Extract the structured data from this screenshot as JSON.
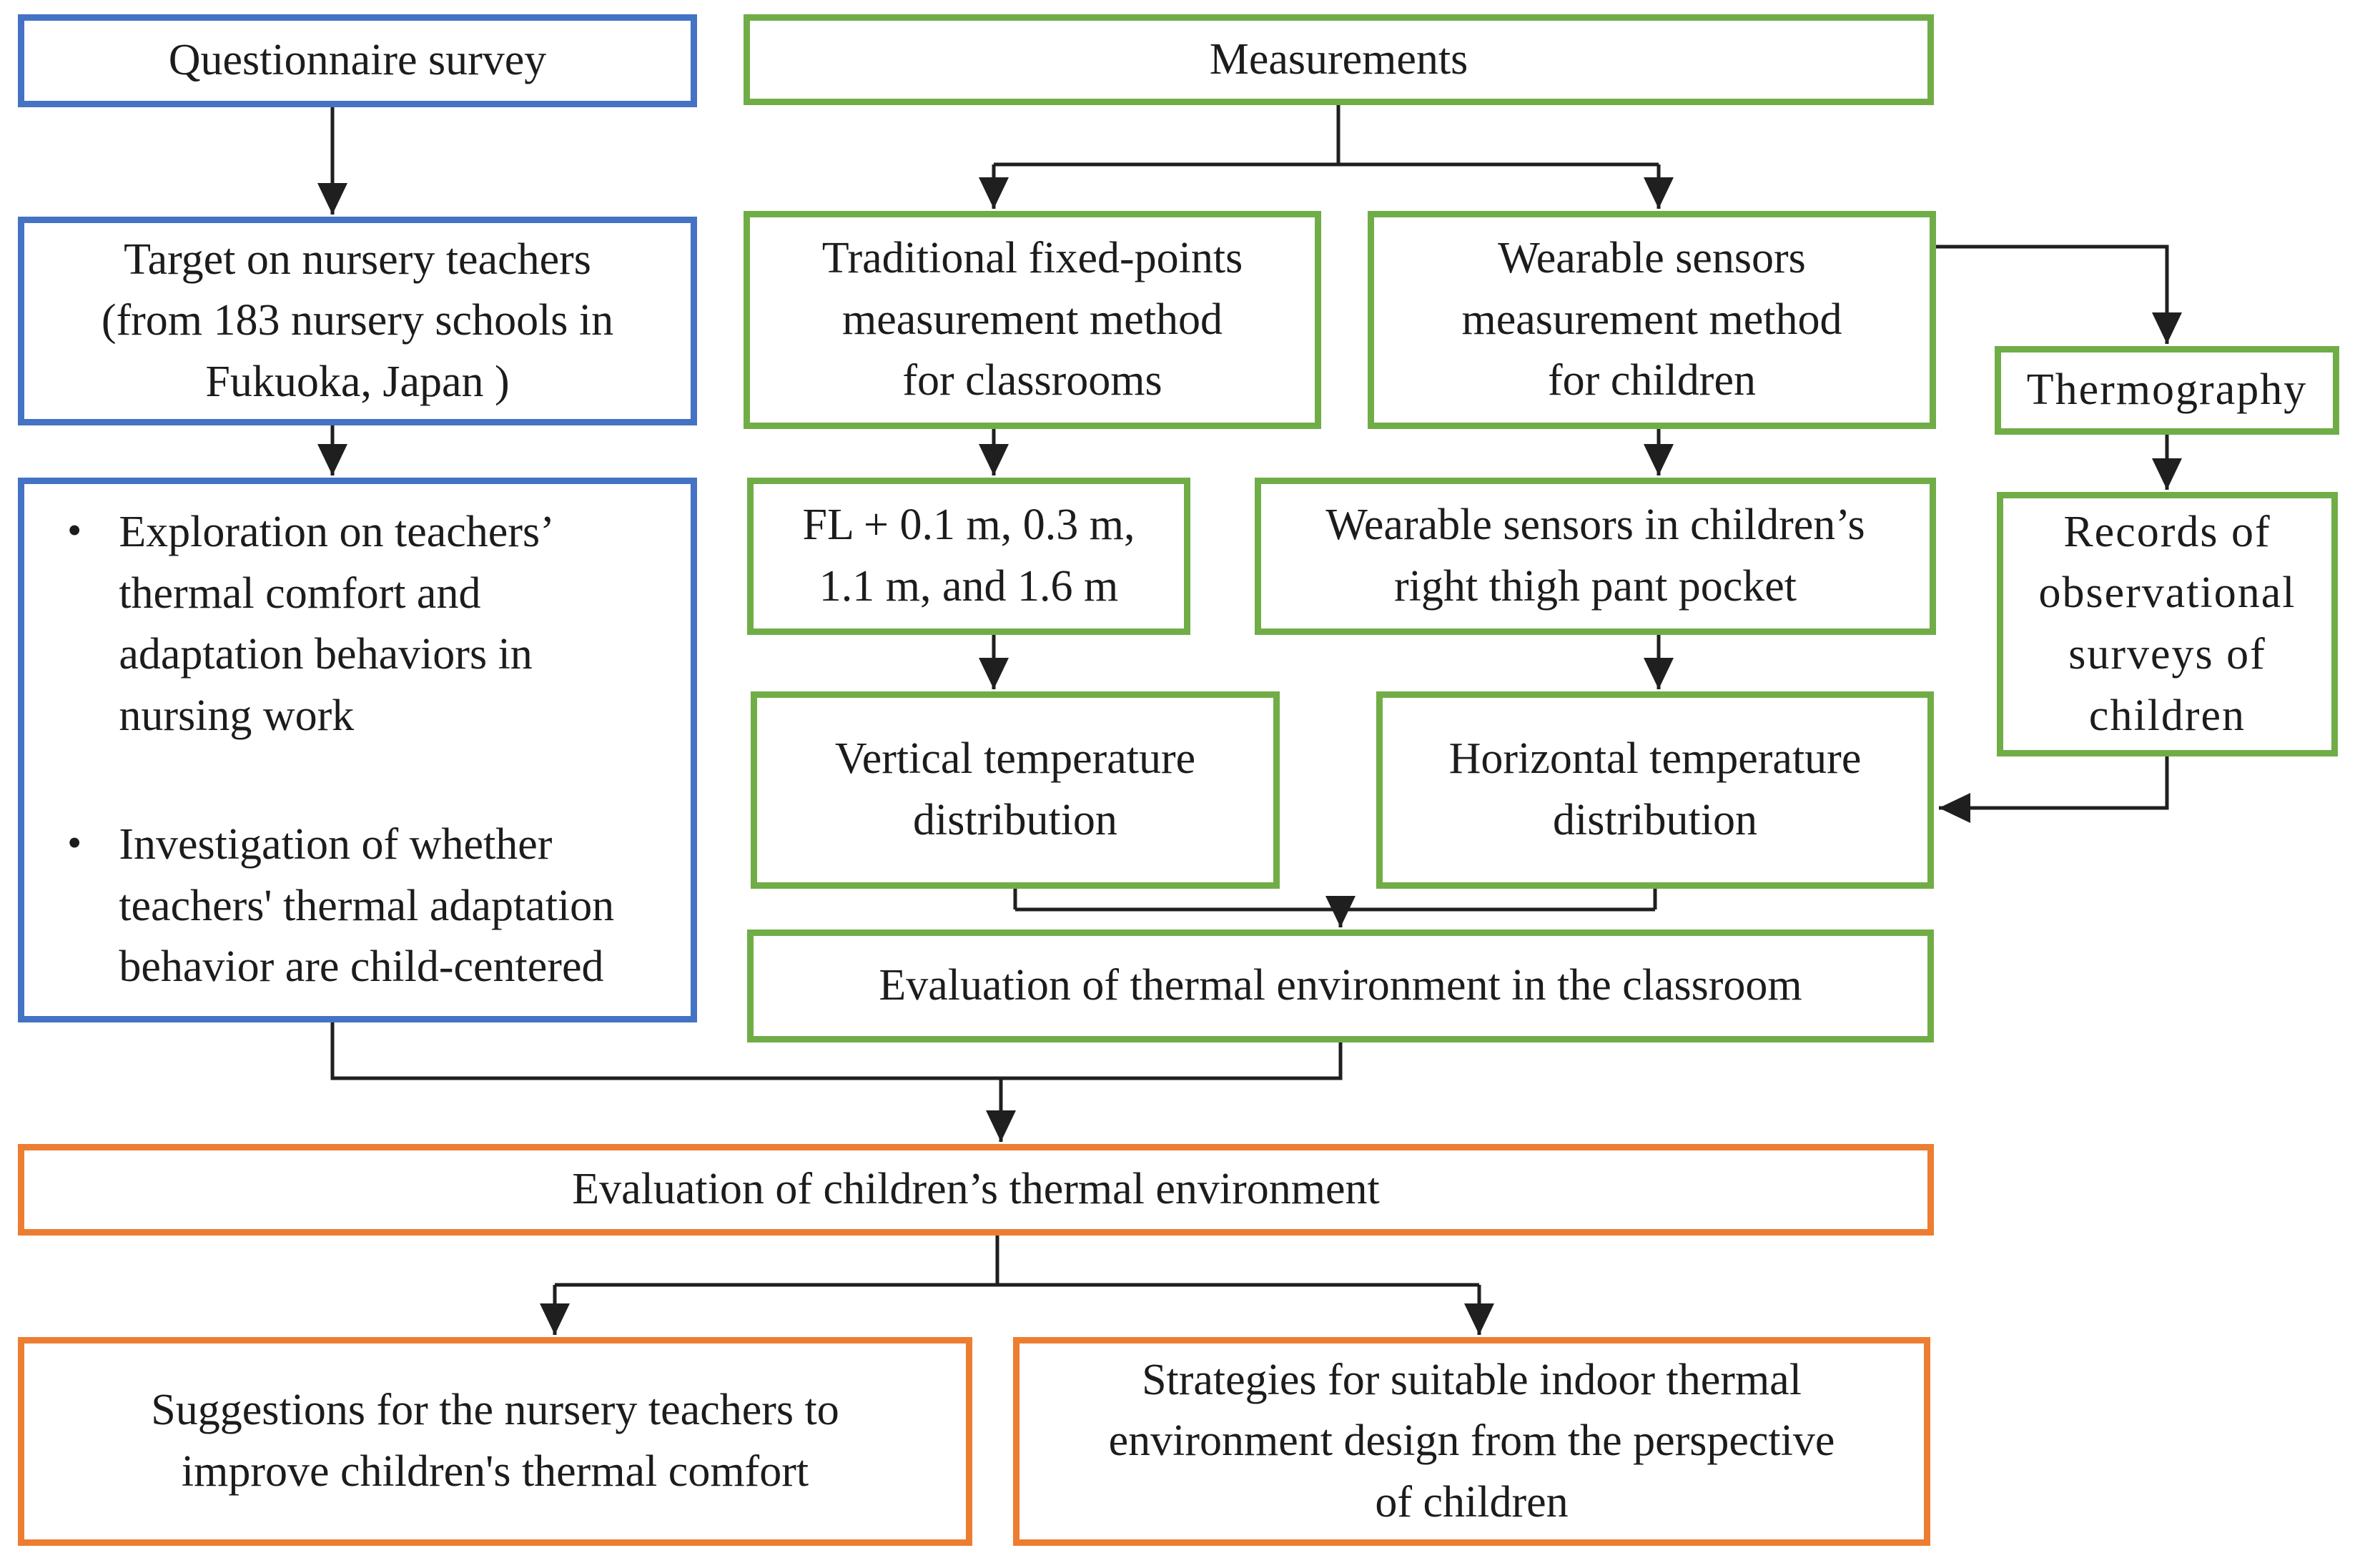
{
  "colors": {
    "blue": "#4472C4",
    "green": "#70AD47",
    "orange": "#ED7D31",
    "line": "#1f1f1f",
    "text": "#1c1c1c"
  },
  "bullet_char": "•",
  "nodes": {
    "questionnaire": {
      "color": "blue",
      "label": "Questionnaire survey"
    },
    "measurements": {
      "color": "green",
      "label": "Measurements"
    },
    "target": {
      "color": "blue",
      "lines": [
        "Target on nursery teachers",
        "(from 183 nursery schools in",
        "Fukuoka, Japan )"
      ]
    },
    "traditional": {
      "color": "green",
      "lines": [
        "Traditional fixed-points",
        "measurement method",
        "for classrooms"
      ]
    },
    "wearable": {
      "color": "green",
      "lines": [
        "Wearable sensors",
        "measurement method",
        "for children"
      ]
    },
    "thermography": {
      "color": "green",
      "label": "Thermography"
    },
    "objectives": {
      "color": "blue",
      "items": [
        [
          "Exploration on teachers’",
          "thermal comfort and",
          "adaptation behaviors in",
          "nursing work"
        ],
        [
          "Investigation of whether",
          "teachers' thermal adaptation",
          "behavior are child-centered"
        ]
      ]
    },
    "fl_heights": {
      "color": "green",
      "lines": [
        "FL + 0.1 m, 0.3 m,",
        "1.1 m, and 1.6 m"
      ]
    },
    "pocket": {
      "color": "green",
      "lines": [
        "Wearable sensors in children’s",
        "right thigh pant pocket"
      ]
    },
    "records": {
      "color": "green",
      "lines": [
        "Records of",
        "observational",
        "surveys of",
        "children"
      ]
    },
    "vertical": {
      "color": "green",
      "lines": [
        "Vertical temperature",
        "distribution"
      ]
    },
    "horizontal": {
      "color": "green",
      "lines": [
        "Horizontal temperature",
        "distribution"
      ]
    },
    "classroom_eval": {
      "color": "green",
      "label": "Evaluation of thermal environment in the classroom"
    },
    "children_eval": {
      "color": "orange",
      "label": "Evaluation of children’s thermal environment"
    },
    "suggestions": {
      "color": "orange",
      "lines": [
        "Suggestions for the nursery teachers to",
        "improve children's thermal comfort"
      ]
    },
    "strategies": {
      "color": "orange",
      "lines": [
        "Strategies for suitable indoor thermal",
        "environment design from the perspective",
        "of children"
      ]
    }
  }
}
